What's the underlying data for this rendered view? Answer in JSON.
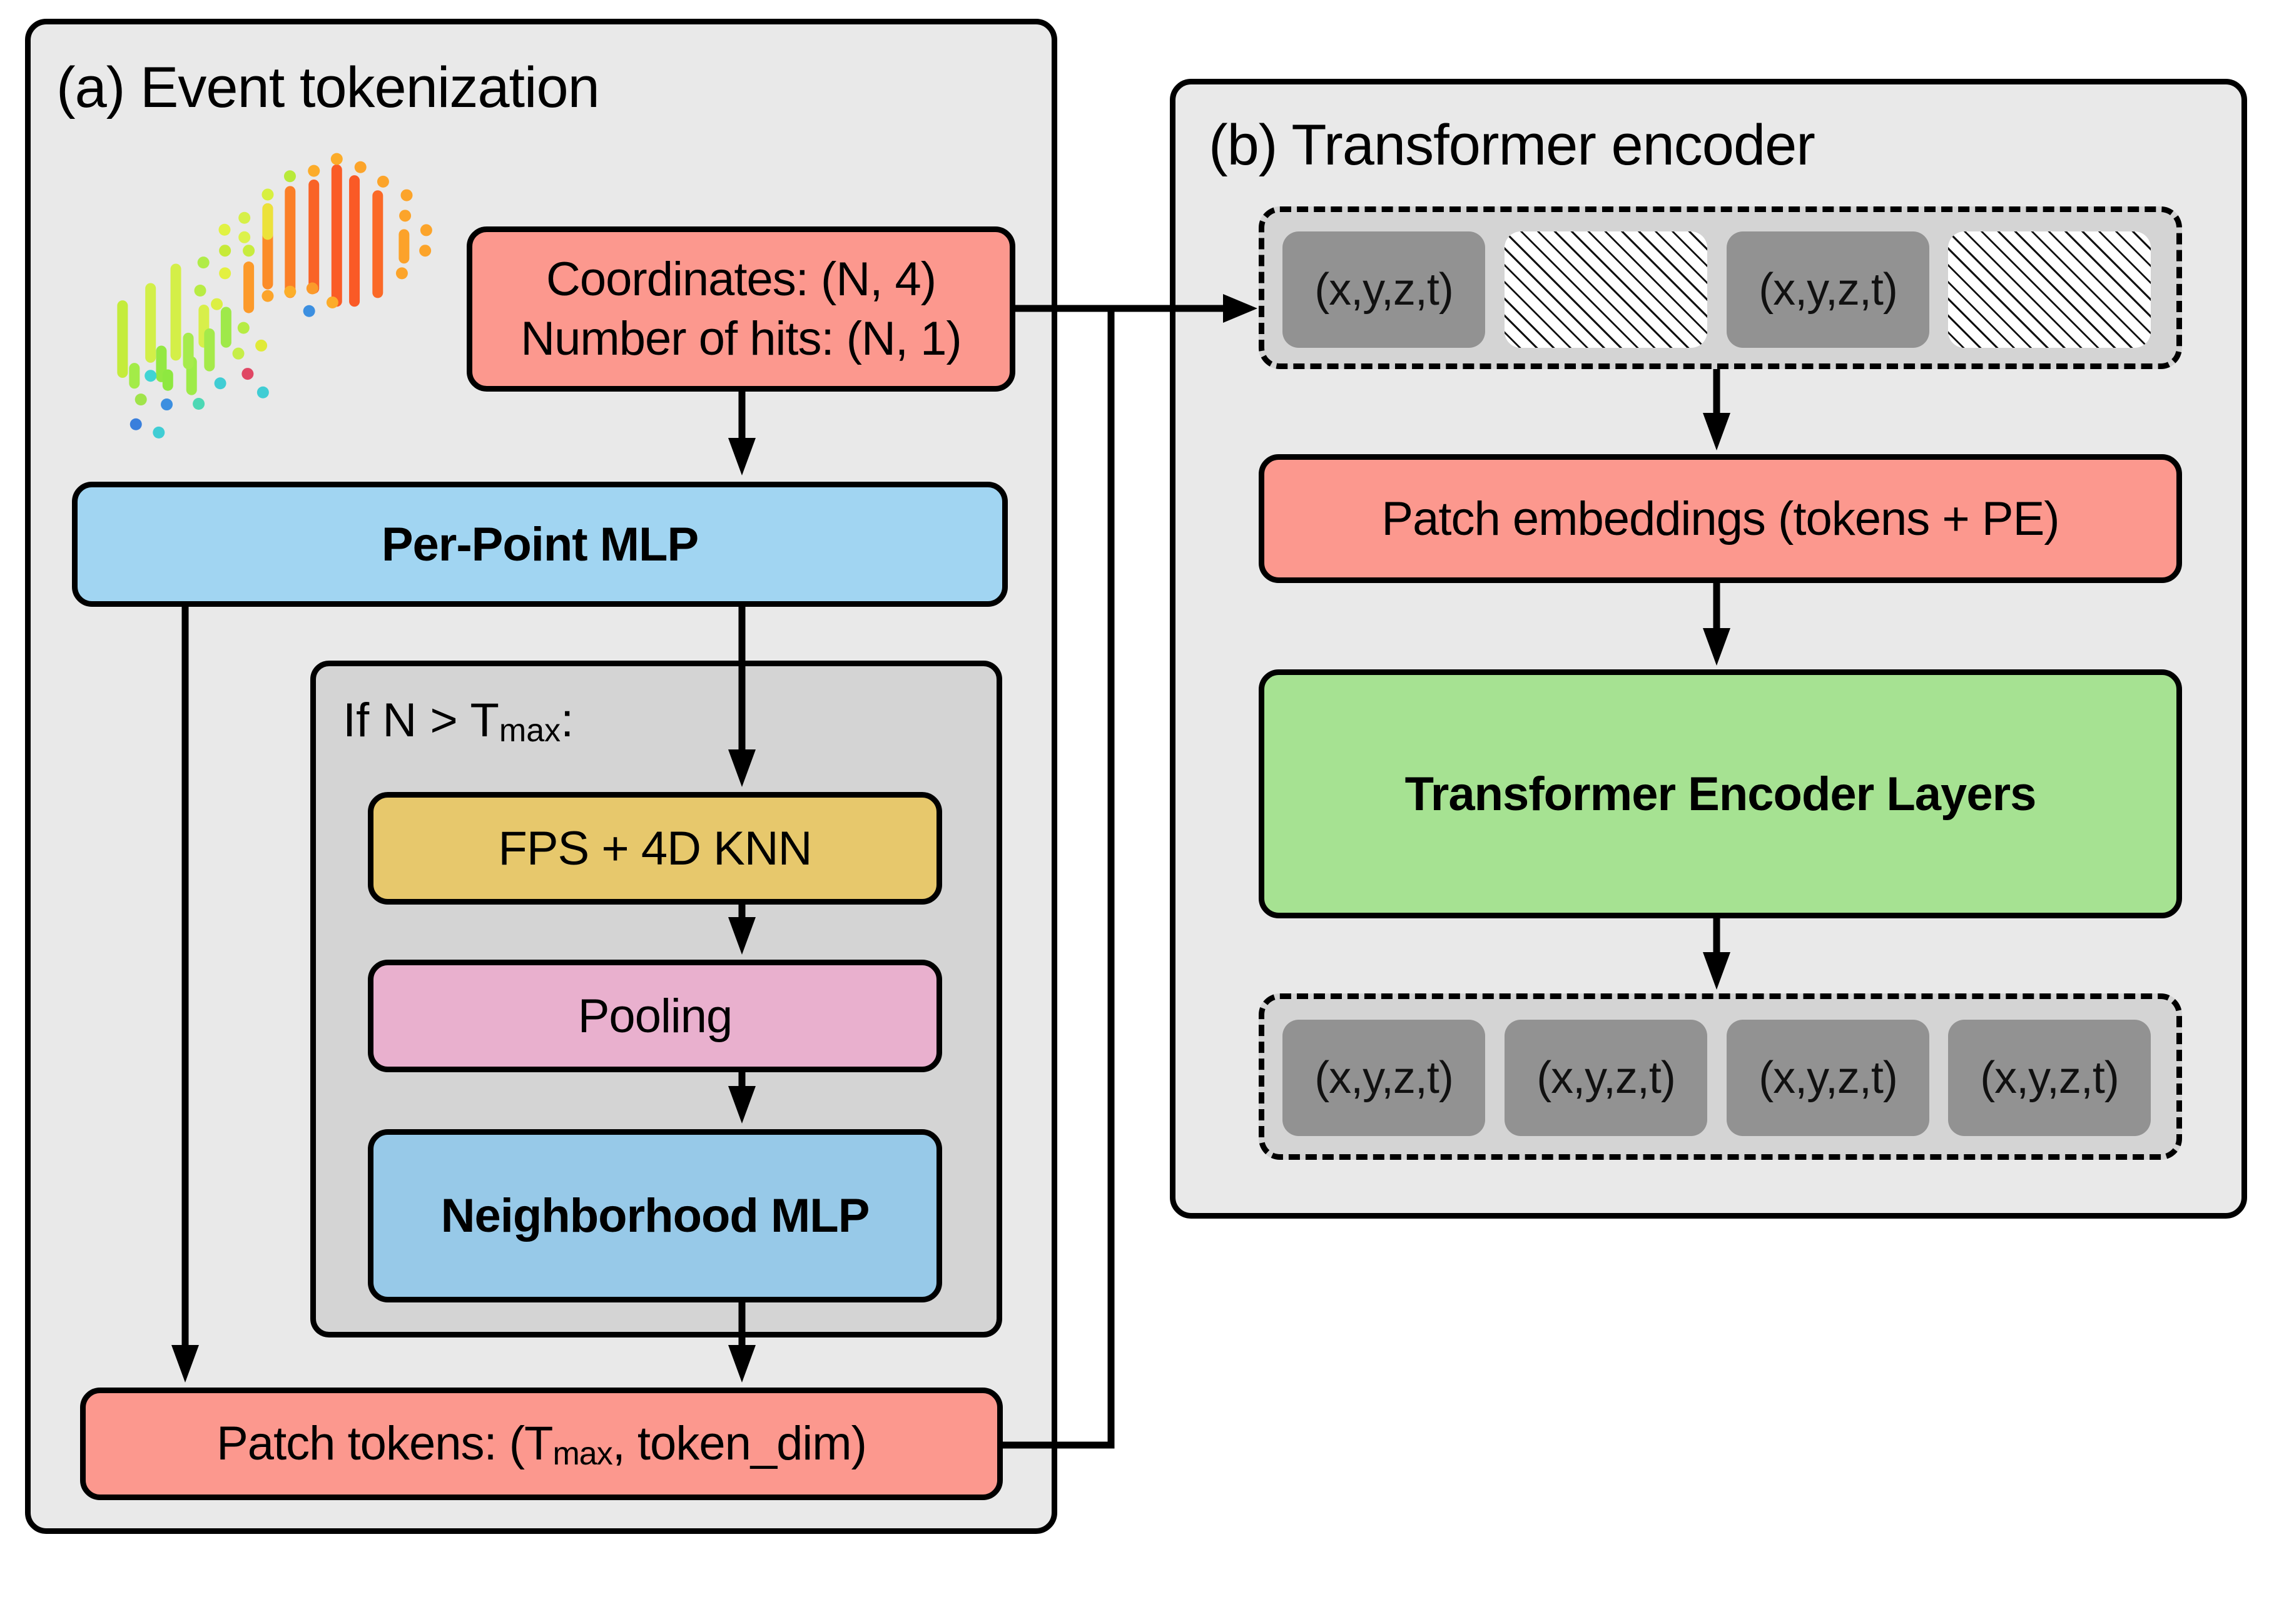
{
  "panel_a": {
    "title": "(a) Event tokenization",
    "input_box": {
      "line1": "Coordinates: (N, 4)",
      "line2": "Number of hits: (N, 1)"
    },
    "per_point_mlp": "Per-Point MLP",
    "condition": {
      "prefix": "If N > T",
      "subscript": "max",
      "suffix": ":"
    },
    "fps_knn": "FPS + 4D KNN",
    "pooling": "Pooling",
    "neighborhood_mlp": "Neighborhood MLP",
    "patch_tokens": {
      "prefix": "Patch tokens: (T",
      "subscript": "max",
      "suffix": ", token_dim)"
    },
    "event_illustration": "event-hits-scatter"
  },
  "panel_b": {
    "title": "(b) Transformer encoder",
    "input_tokens": [
      {
        "label": "(x,y,z,t)",
        "masked": false
      },
      {
        "label": "",
        "masked": true
      },
      {
        "label": "(x,y,z,t)",
        "masked": false
      },
      {
        "label": "",
        "masked": true
      }
    ],
    "patch_embeddings": "Patch embeddings (tokens + PE)",
    "encoder_layers": "Transformer Encoder Layers",
    "output_tokens": [
      {
        "label": "(x,y,z,t)"
      },
      {
        "label": "(x,y,z,t)"
      },
      {
        "label": "(x,y,z,t)"
      },
      {
        "label": "(x,y,z,t)"
      }
    ]
  },
  "colors": {
    "salmon": "#fc988e",
    "light_blue": "#a1d5f2",
    "blue": "#97c9e8",
    "yellow": "#e7c86c",
    "pink": "#e9b0ce",
    "green": "#a6e292",
    "token_gray": "#929292",
    "panel_bg": "#e9e9e9",
    "inner_bg": "#d4d4d4"
  }
}
